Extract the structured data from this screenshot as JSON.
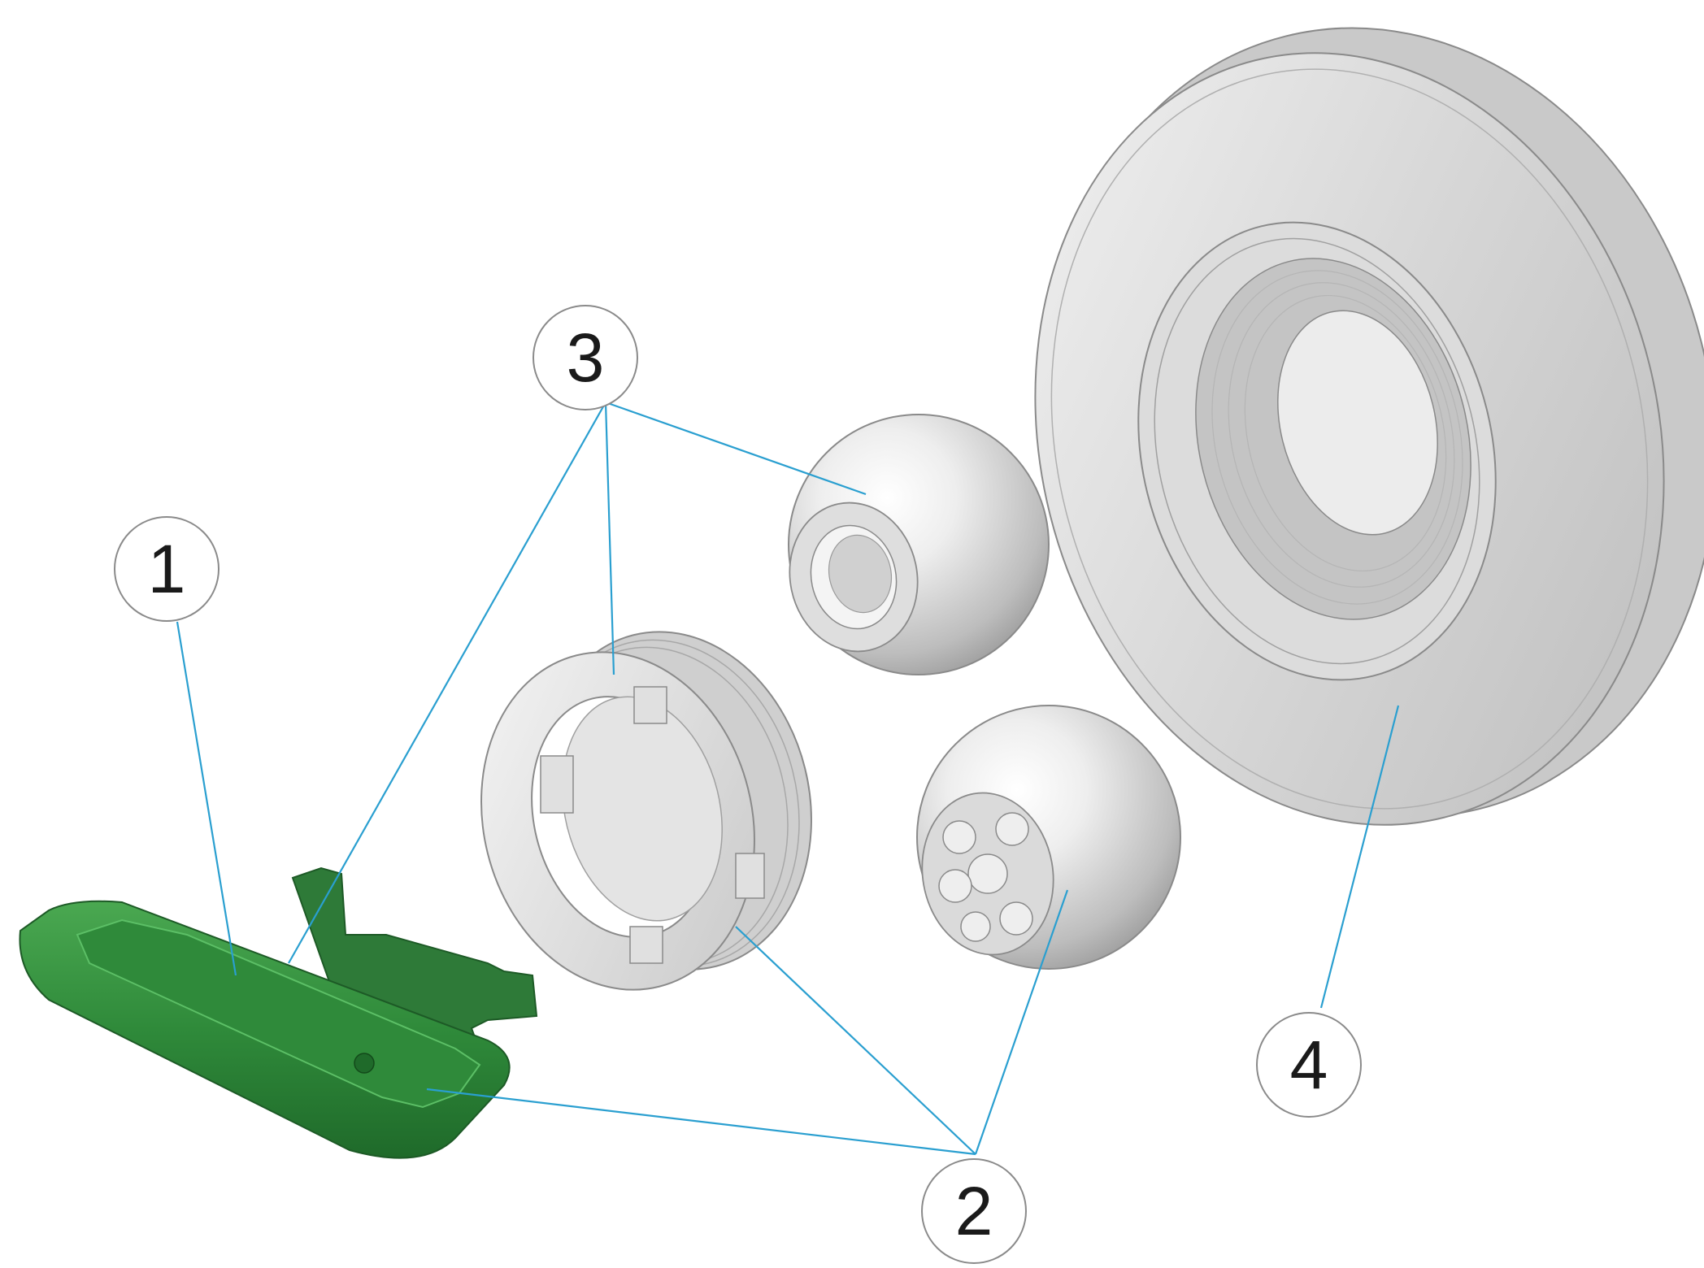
{
  "diagram": {
    "callouts": [
      {
        "id": "1",
        "label": "1"
      },
      {
        "id": "2",
        "label": "2"
      },
      {
        "id": "3",
        "label": "3"
      },
      {
        "id": "4",
        "label": "4"
      }
    ]
  },
  "colors": {
    "leader": "#2a9fd0",
    "key_green": "#2f8a3a",
    "part_grey": "#d4d4d4",
    "outline": "#8a8a8a"
  }
}
